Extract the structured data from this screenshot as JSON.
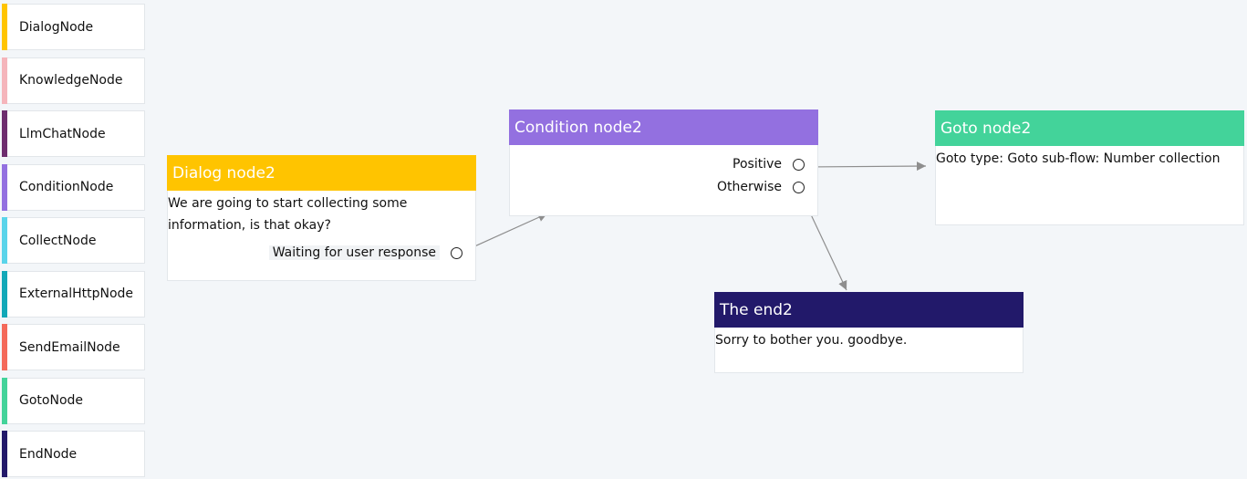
{
  "palette": {
    "items": [
      {
        "label": "DialogNode",
        "color": "#ffc400"
      },
      {
        "label": "KnowledgeNode",
        "color": "#f5b5bb"
      },
      {
        "label": "LlmChatNode",
        "color": "#6e2d6e"
      },
      {
        "label": "ConditionNode",
        "color": "#9370e0"
      },
      {
        "label": "CollectNode",
        "color": "#5ad4ea"
      },
      {
        "label": "ExternalHttpNode",
        "color": "#12a8b8"
      },
      {
        "label": "SendEmailNode",
        "color": "#f4695a"
      },
      {
        "label": "GotoNode",
        "color": "#43d39a"
      },
      {
        "label": "EndNode",
        "color": "#22196a"
      }
    ]
  },
  "nodes": {
    "dialog": {
      "title": "Dialog node2",
      "color": "#ffc400",
      "text": "We are going to start collecting some information, is that okay?",
      "output": "Waiting for user response"
    },
    "condition": {
      "title": "Condition node2",
      "color": "#9370e0",
      "outputs": [
        "Positive",
        "Otherwise"
      ]
    },
    "goto": {
      "title": "Goto node2",
      "color": "#43d39a",
      "text": "Goto type: Goto sub-flow: Number collection"
    },
    "end": {
      "title": "The end2",
      "color": "#22196a",
      "text": "Sorry to bother you. goodbye."
    }
  },
  "edge_color": "#8e8e8e"
}
